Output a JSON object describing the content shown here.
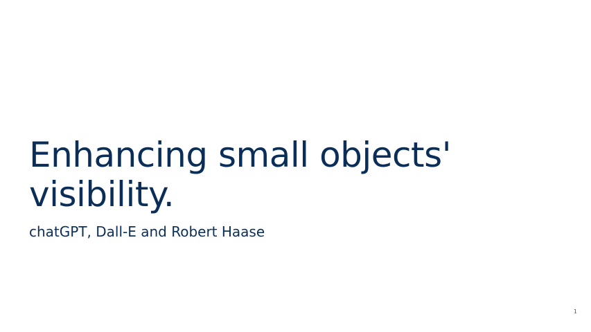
{
  "slide": {
    "title": "Enhancing small objects' visibility.",
    "subtitle": "chatGPT, Dall-E and Robert Haase",
    "page_number": "1"
  },
  "colors": {
    "text": "#0b2e59",
    "background": "#ffffff",
    "page_number": "#555555"
  }
}
